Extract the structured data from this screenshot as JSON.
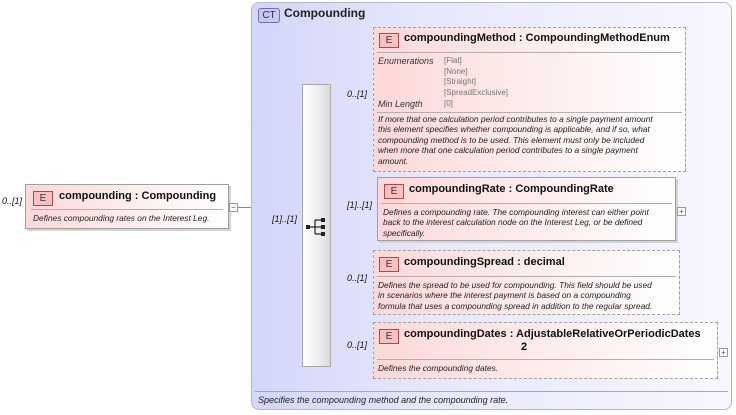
{
  "root": {
    "badge": "E",
    "name": "compounding",
    "type": ": Compounding",
    "cardinality": "0..[1]",
    "doc": "Defines compounding rates on the Interest Leg.",
    "expand": "−"
  },
  "complex_type": {
    "badge": "CT",
    "name": "Compounding",
    "doc": "Specifies the compounding method and the compounding rate."
  },
  "sequence": {
    "cardinality": "[1]..[1]",
    "icon": "sequence-icon"
  },
  "children": [
    {
      "badge": "E",
      "name": "compoundingMethod",
      "type": ": CompoundingMethodEnum",
      "cardinality": "0..[1]",
      "facets": [
        {
          "label": "Enumerations",
          "values": [
            "[Flat]",
            "[None]",
            "[Straight]",
            "[SpreadExclusive]"
          ]
        },
        {
          "label": "Min Length",
          "values": [
            "[0]"
          ]
        }
      ],
      "doc": [
        "If more that one calculation period contributes to a single payment amount",
        "this element specifies whether compounding is applicable, and if so, what",
        "compounding method is to be used. This element must only be included",
        "when more that one calculation period contributes to a single payment",
        "amount."
      ]
    },
    {
      "badge": "E",
      "name": "compoundingRate",
      "type": ": CompoundingRate",
      "cardinality": "[1]..[1]",
      "expand": "+",
      "doc": [
        "Defines a compounding rate. The compounding interest can either point",
        "back to the interest calculation node on the Interest Leg, or be defined",
        "specifically."
      ]
    },
    {
      "badge": "E",
      "name": "compoundingSpread",
      "type": ": decimal",
      "cardinality": "0..[1]",
      "doc": [
        "Defines the spread to be used for compounding. This field should be used",
        "in scenarios where the interest payment is based on a compounding",
        "formula that uses a compounding spread in addition to the regular spread."
      ]
    },
    {
      "badge": "E",
      "name": "compoundingDates",
      "type_line1": ": AdjustableRelativeOrPeriodicDates",
      "type_line2": "2",
      "cardinality": "0..[1]",
      "expand": "+",
      "doc": [
        "Defines the compounding dates."
      ]
    }
  ]
}
